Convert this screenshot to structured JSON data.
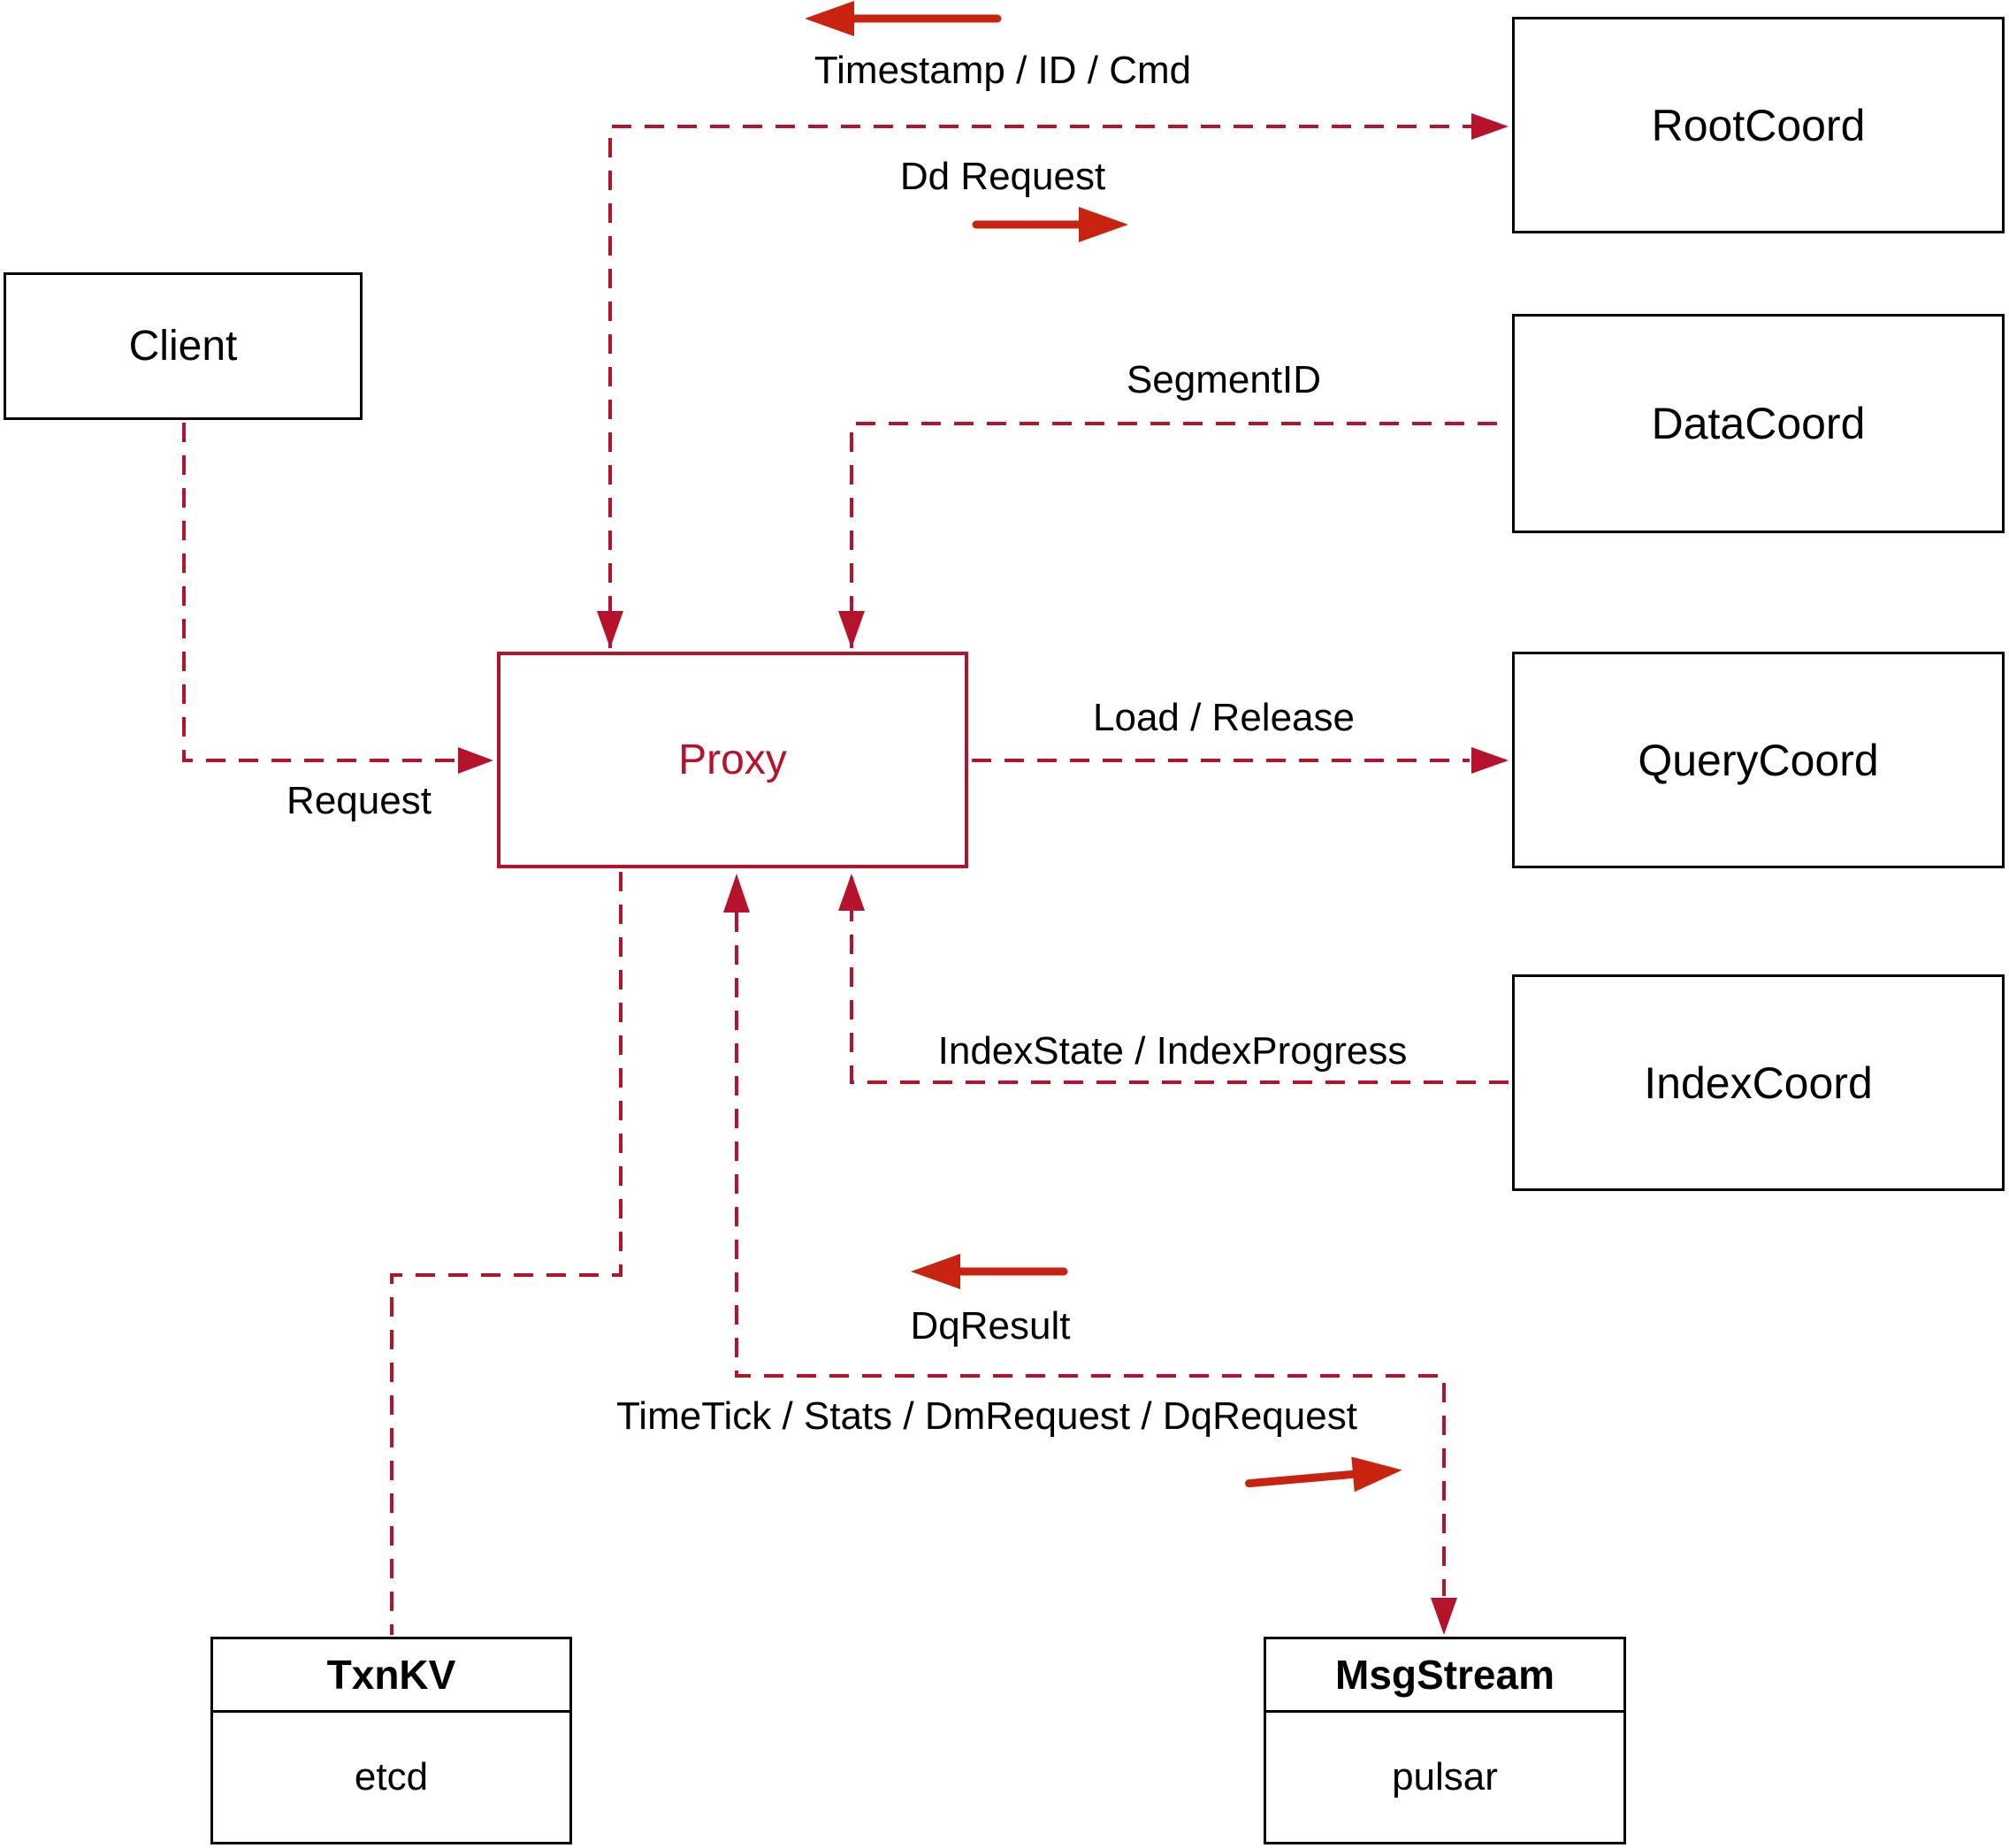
{
  "diagram": {
    "nodes": {
      "client": {
        "label": "Client"
      },
      "root_coord": {
        "label": "RootCoord"
      },
      "data_coord": {
        "label": "DataCoord"
      },
      "query_coord": {
        "label": "QueryCoord"
      },
      "index_coord": {
        "label": "IndexCoord"
      },
      "proxy": {
        "label": "Proxy"
      },
      "txn_kv": {
        "title": "TxnKV",
        "impl": "etcd"
      },
      "msg_stream": {
        "title": "MsgStream",
        "impl": "pulsar"
      }
    },
    "edge_labels": {
      "timestamp": "Timestamp / ID / Cmd",
      "dd_request": "Dd Request",
      "segment_id": "SegmentID",
      "request": "Request",
      "load_release": "Load / Release",
      "index_state": "IndexState / IndexProgress",
      "dq_result": "DqResult",
      "time_tick": "TimeTick / Stats / DmRequest / DqRequest"
    },
    "colors": {
      "connector_red": "#b5122b",
      "annotation_arrow_red": "#c8230f",
      "box_border": "#000000",
      "text": "#000000",
      "background": "#ffffff"
    }
  }
}
